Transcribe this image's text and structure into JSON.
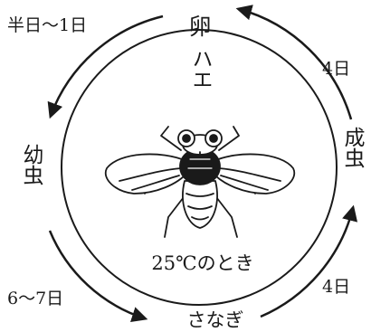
{
  "title": "ハエ",
  "condition": "25℃のとき",
  "stages": {
    "egg": "卵",
    "larva": "幼虫",
    "pupa": "さなぎ",
    "adult": "成虫"
  },
  "durations": {
    "egg_to_larva": "半日〜1日",
    "larva_to_pupa": "6〜7日",
    "pupa_to_adult": "4日",
    "adult_to_egg": "4日"
  },
  "colors": {
    "ink": "#1a1a1a",
    "background": "#ffffff"
  }
}
